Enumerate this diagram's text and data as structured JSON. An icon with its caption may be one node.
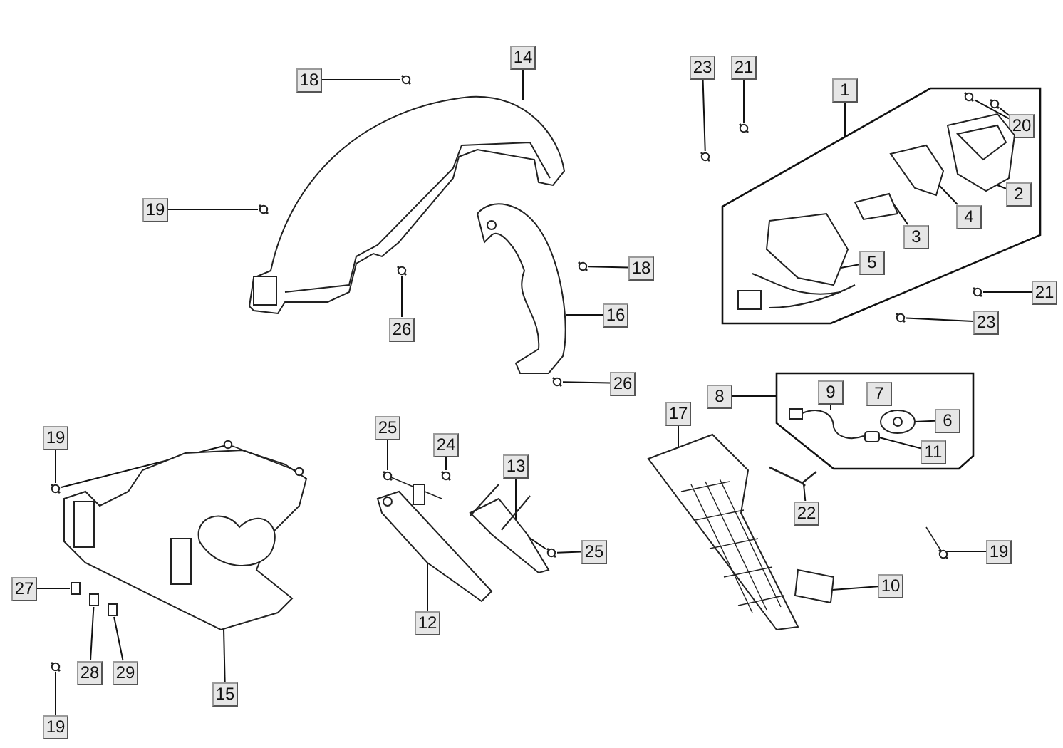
{
  "diagram": {
    "nodes": [
      {
        "text": [
          "18"
        ]
      },
      {
        "text": [
          "14"
        ]
      },
      {
        "text": [
          "19"
        ]
      },
      {
        "text": [
          "23"
        ]
      },
      {
        "text": [
          "21"
        ]
      },
      {
        "text": [
          "1"
        ]
      },
      {
        "text": [],
        "shape": "box"
      },
      {
        "text": [
          "20"
        ],
        "in": 6
      },
      {
        "text": [
          "2"
        ],
        "in": 6
      },
      {
        "text": [
          "4"
        ],
        "in": 6
      },
      {
        "text": [
          "3"
        ],
        "in": 6
      },
      {
        "text": [
          "5"
        ],
        "in": 6
      },
      {
        "text": [
          "18"
        ]
      },
      {
        "text": [
          "26"
        ]
      },
      {
        "text": [
          "16"
        ]
      },
      {
        "text": [
          "21"
        ]
      },
      {
        "text": [
          "23"
        ]
      },
      {
        "text": [
          "26"
        ]
      },
      {
        "text": [
          "8"
        ]
      },
      {
        "text": [],
        "shape": "box"
      },
      {
        "text": [
          "9"
        ],
        "in": 19
      },
      {
        "text": [
          "7"
        ],
        "in": 19
      },
      {
        "text": [
          "6"
        ],
        "in": 19
      },
      {
        "text": [
          "11"
        ],
        "in": 19
      },
      {
        "text": [
          "25"
        ]
      },
      {
        "text": [
          "17"
        ]
      },
      {
        "text": [
          "19"
        ]
      },
      {
        "text": [
          "24"
        ]
      },
      {
        "text": [
          "13"
        ]
      },
      {
        "text": [
          "22"
        ]
      },
      {
        "text": [
          "19"
        ]
      },
      {
        "text": [
          "25"
        ]
      },
      {
        "text": [
          "27"
        ]
      },
      {
        "text": [
          "10"
        ]
      },
      {
        "text": [
          "12"
        ]
      },
      {
        "text": [
          "28"
        ]
      },
      {
        "text": [
          "29"
        ]
      },
      {
        "text": [
          "15"
        ]
      },
      {
        "text": [
          "19"
        ]
      },
      {
        "text": [],
        "shape": "circle"
      },
      {
        "text": [],
        "shape": "picture"
      },
      {
        "text": [],
        "shape": "circle"
      },
      {
        "text": [],
        "shape": "circle"
      },
      {
        "text": [],
        "shape": "circle"
      },
      {
        "text": [],
        "shape": "circle",
        "in": 6
      },
      {
        "text": [],
        "shape": "circle",
        "in": 6
      },
      {
        "text": [],
        "shape": "picture",
        "in": 6
      },
      {
        "text": [],
        "shape": "picture",
        "in": 6
      },
      {
        "text": [],
        "shape": "picture",
        "in": 6
      },
      {
        "text": [],
        "shape": "picture",
        "in": 6
      },
      {
        "text": [],
        "shape": "circle"
      },
      {
        "text": [],
        "shape": "circle"
      },
      {
        "text": [],
        "shape": "picture"
      },
      {
        "text": [],
        "shape": "circle"
      },
      {
        "text": [],
        "shape": "circle"
      },
      {
        "text": [],
        "shape": "circle"
      },
      {
        "text": [],
        "shape": "picture",
        "in": 19
      },
      {
        "text": [],
        "shape": "picture",
        "in": 19
      },
      {
        "text": [],
        "shape": "box",
        "in": 19
      },
      {
        "text": [],
        "shape": "picture"
      },
      {
        "text": [],
        "shape": "picture"
      },
      {
        "text": [],
        "shape": "circle"
      },
      {
        "text": [],
        "shape": "circle"
      },
      {
        "text": [],
        "shape": "picture"
      },
      {
        "text": [],
        "shape": "picture"
      },
      {
        "text": [],
        "shape": "picture"
      },
      {
        "text": [],
        "shape": "circle"
      },
      {
        "text": [],
        "shape": "box"
      },
      {
        "text": [],
        "shape": "box"
      },
      {
        "text": [],
        "shape": "picture"
      },
      {
        "text": [],
        "shape": "box"
      },
      {
        "text": [],
        "shape": "box"
      },
      {
        "text": [],
        "shape": "picture"
      },
      {
        "text": [],
        "shape": "circle"
      }
    ],
    "edges": [
      {
        "from": 0,
        "to": 39,
        "arrow": "none"
      },
      {
        "from": 1,
        "to": 40,
        "arrow": "none"
      },
      {
        "from": 2,
        "to": 41,
        "arrow": "none"
      },
      {
        "from": 3,
        "to": 42,
        "arrow": "none"
      },
      {
        "from": 4,
        "to": 43,
        "arrow": "none"
      },
      {
        "from": 5,
        "to": 6,
        "arrow": "none"
      },
      {
        "from": 7,
        "to": 44,
        "arrow": "none"
      },
      {
        "from": 7,
        "to": 45,
        "arrow": "none"
      },
      {
        "from": 8,
        "to": 46,
        "arrow": "none"
      },
      {
        "from": 9,
        "to": 47,
        "arrow": "none"
      },
      {
        "from": 10,
        "to": 48,
        "arrow": "none"
      },
      {
        "from": 11,
        "to": 49,
        "arrow": "none"
      },
      {
        "from": 12,
        "to": 50,
        "arrow": "none"
      },
      {
        "from": 13,
        "to": 51,
        "arrow": "none"
      },
      {
        "from": 14,
        "to": 52,
        "arrow": "none"
      },
      {
        "from": 15,
        "to": 53,
        "arrow": "none"
      },
      {
        "from": 16,
        "to": 54,
        "arrow": "none"
      },
      {
        "from": 17,
        "to": 55,
        "arrow": "none"
      },
      {
        "from": 18,
        "to": 19,
        "arrow": "none"
      },
      {
        "from": 20,
        "to": 56,
        "arrow": "none"
      },
      {
        "from": 22,
        "to": 57,
        "arrow": "none"
      },
      {
        "from": 23,
        "to": 58,
        "arrow": "none"
      },
      {
        "from": 24,
        "to": 59,
        "arrow": "none"
      },
      {
        "from": 25,
        "to": 60,
        "arrow": "none"
      },
      {
        "from": 26,
        "to": 61,
        "arrow": "none"
      },
      {
        "from": 27,
        "to": 62,
        "arrow": "none"
      },
      {
        "from": 28,
        "to": 63,
        "arrow": "none"
      },
      {
        "from": 29,
        "to": 64,
        "arrow": "none"
      },
      {
        "from": 30,
        "to": 65,
        "arrow": "none"
      },
      {
        "from": 31,
        "to": 66,
        "arrow": "none"
      },
      {
        "from": 32,
        "to": 67,
        "arrow": "none"
      },
      {
        "from": 33,
        "to": 68,
        "arrow": "none"
      },
      {
        "from": 34,
        "to": 69,
        "arrow": "none"
      },
      {
        "from": 35,
        "to": 70,
        "arrow": "none"
      },
      {
        "from": 36,
        "to": 71,
        "arrow": "none"
      },
      {
        "from": 37,
        "to": 72,
        "arrow": "none"
      },
      {
        "from": 38,
        "to": 73,
        "arrow": "none"
      },
      {
        "from": 61,
        "to": 72,
        "arrow": "none"
      },
      {
        "from": 66,
        "to": 63,
        "arrow": "none"
      }
    ]
  }
}
